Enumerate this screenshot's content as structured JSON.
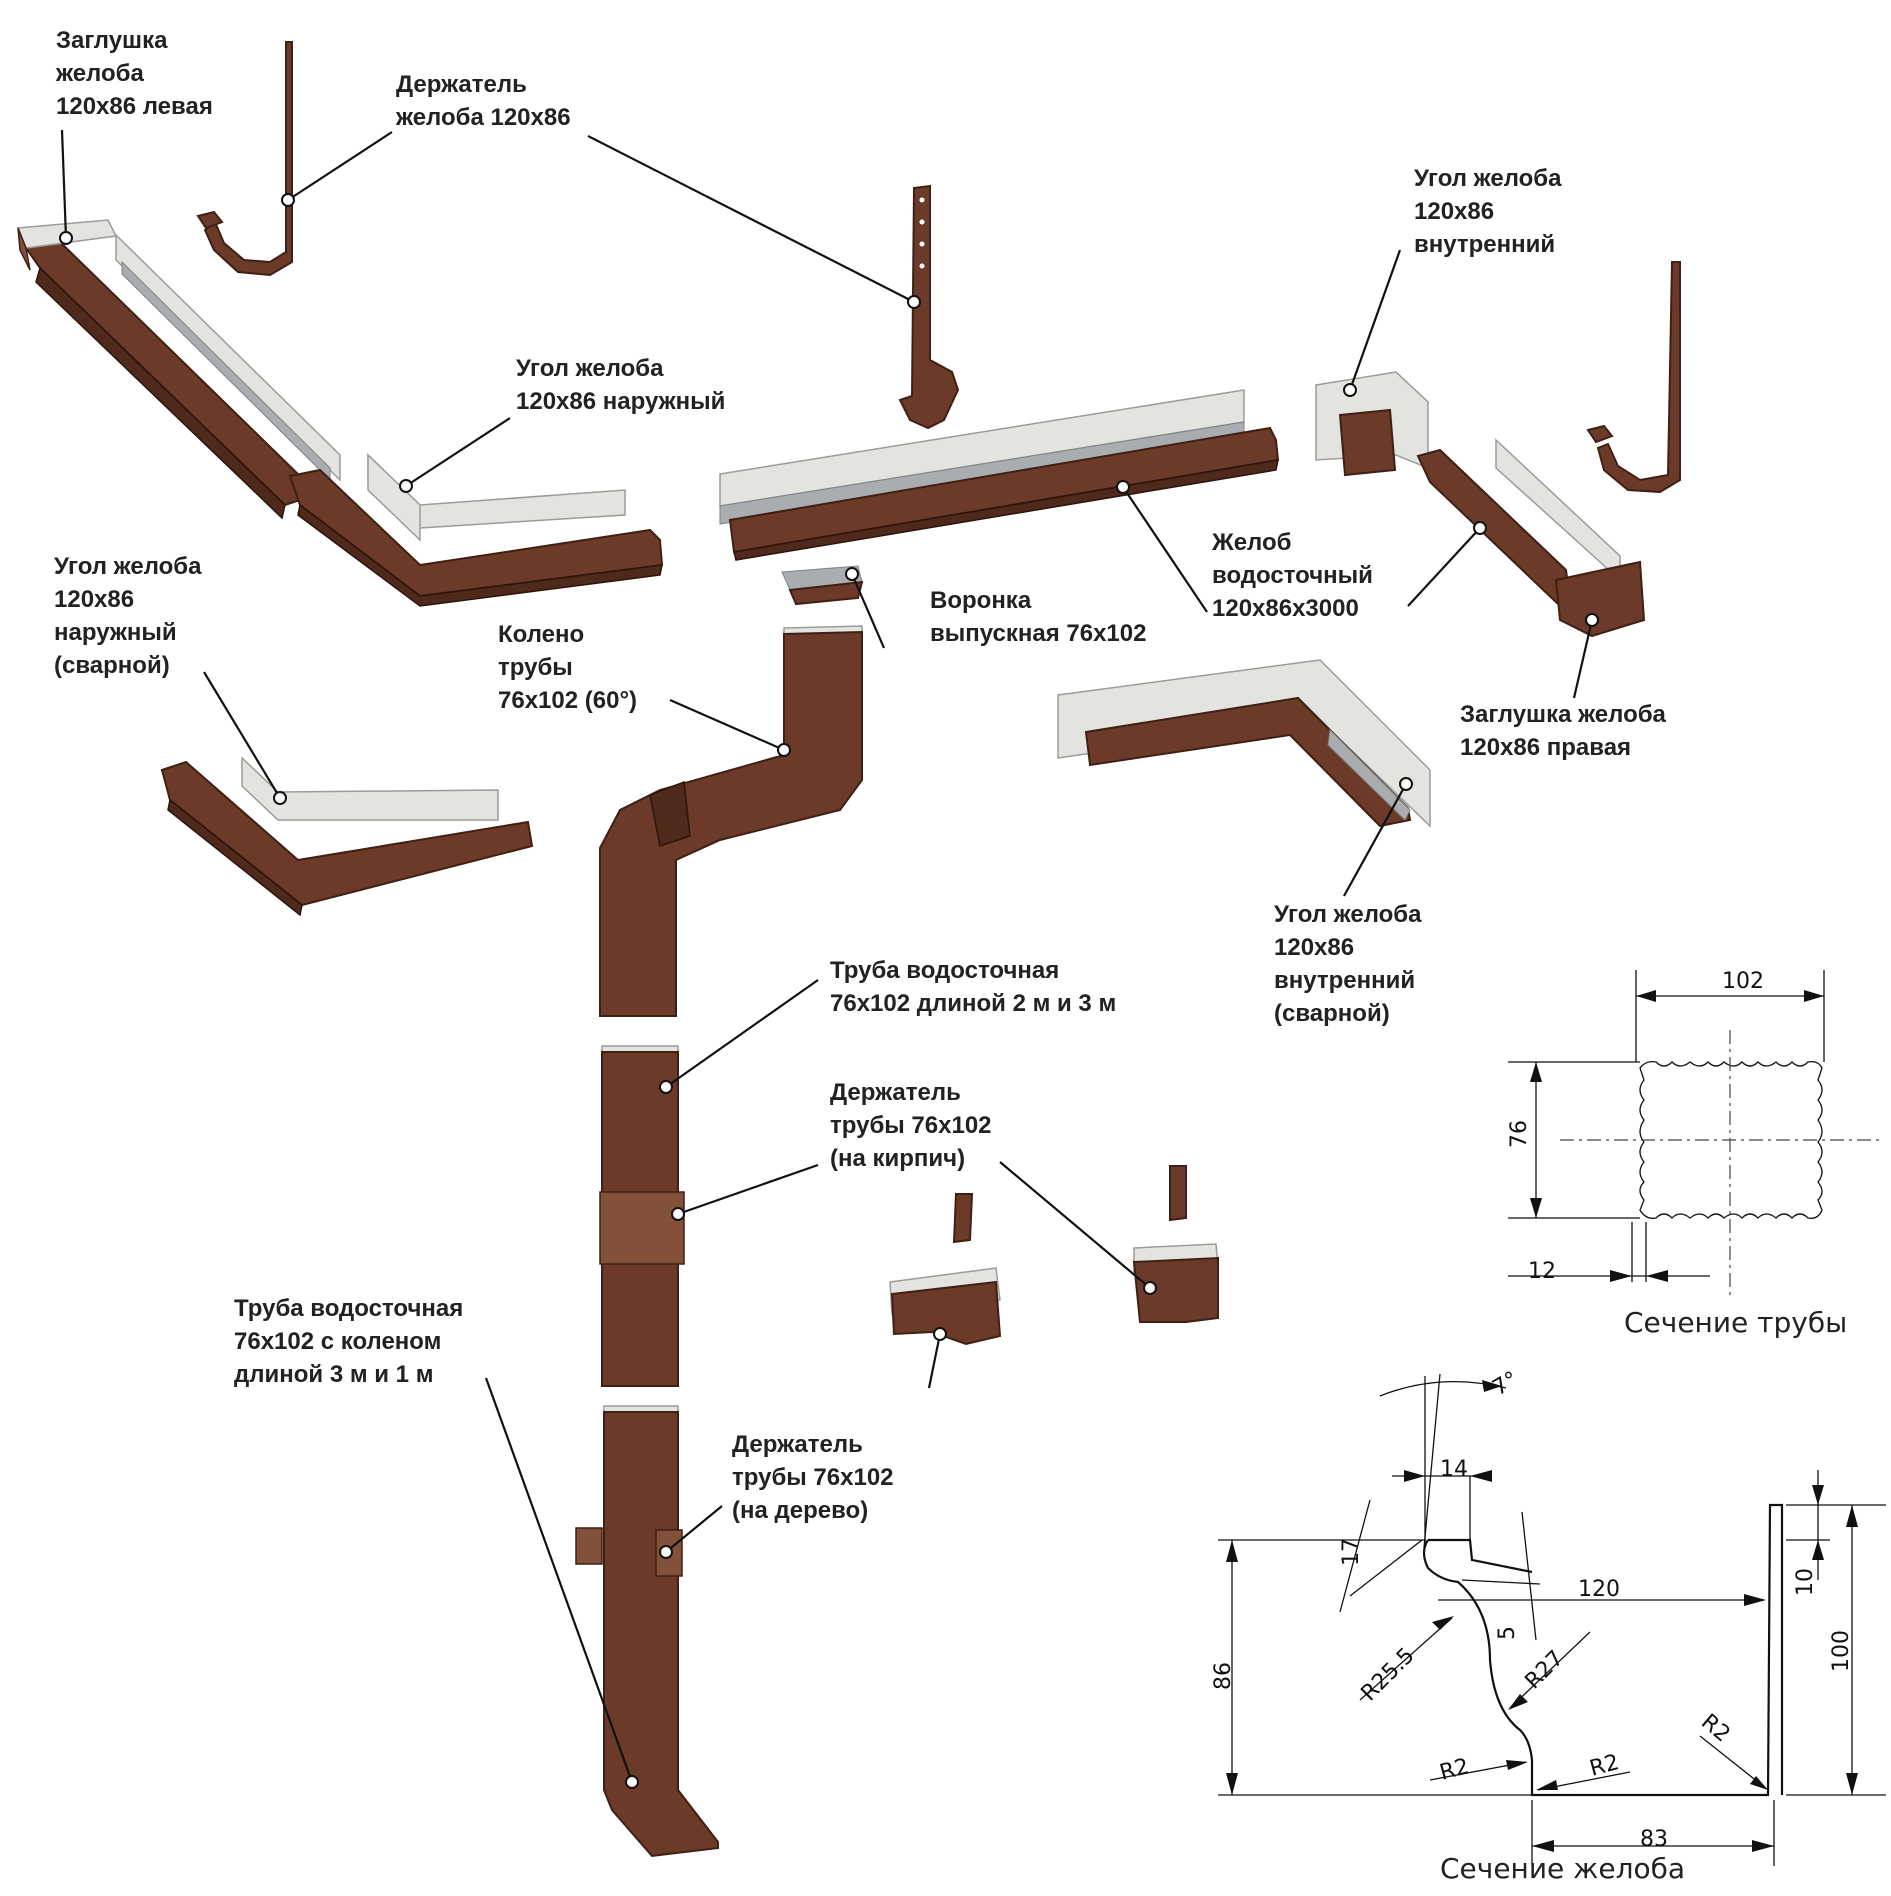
{
  "labels": {
    "cap_left": "Заглушка\nжелоба\n120х86 левая",
    "gutter_holder": "Держатель\nжелоба 120х86",
    "corner_inner": "Угол желоба\n120х86\nвнутренний",
    "corner_outer": "Угол желоба\n120х86 наружный",
    "corner_outer_welded": "Угол желоба\n120х86\nнаружный\n(сварной)",
    "elbow": "Колено\nтрубы\n76х102 (60°)",
    "funnel": "Воронка\nвыпускная 76х102",
    "gutter": "Желоб\nводосточный\n120х86х3000",
    "cap_right": "Заглушка желоба\n120х86 правая",
    "corner_inner_welded": "Угол желоба\n120х86\nвнутренний\n(сварной)",
    "pipe": "Труба водосточная\n76х102 длиной 2 м и 3 м",
    "pipe_holder_brick": "Держатель\nтрубы 76х102\n(на кирпич)",
    "pipe_with_elbow": "Труба водосточная\n76х102 с коленом\nдлиной 3 м и 1 м",
    "pipe_holder_wood": "Держатель\nтрубы 76х102\n(на дерево)"
  },
  "pipe_section": {
    "title": "Сечение трубы",
    "dims": {
      "width": "102",
      "height": "76",
      "step": "12"
    }
  },
  "gutter_section": {
    "title": "Сечение желоба",
    "dims": {
      "angle": "7°",
      "lip": "14",
      "lip_height": "17",
      "bead": "5",
      "width": "120",
      "height": "86",
      "back_height": "100",
      "back_lip": "10",
      "bottom": "83",
      "r_big": "R25.5",
      "r_mid": "R27",
      "r_small_1": "R2",
      "r_small_2": "R2",
      "r_small_3": "R2"
    }
  },
  "colors": {
    "product": "#6b3a28",
    "inner_steel": "#e3e4e0",
    "leader": "#111111"
  }
}
